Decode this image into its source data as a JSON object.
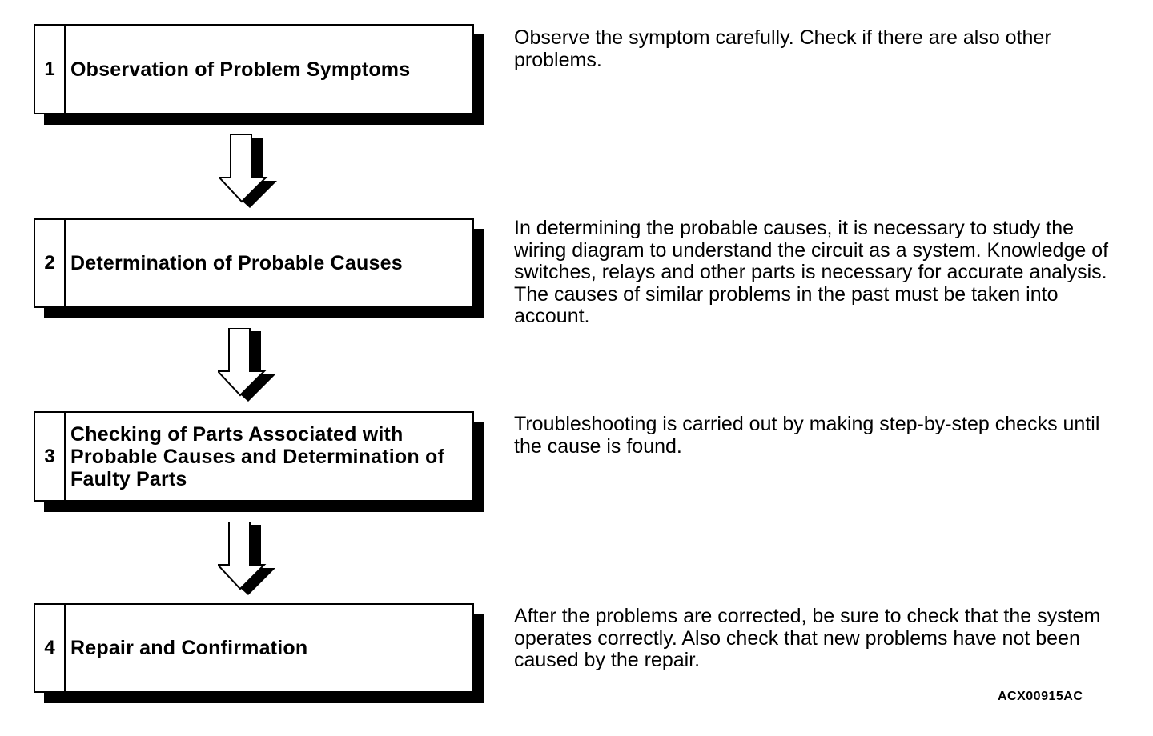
{
  "steps": [
    {
      "number": "1",
      "title": "Observation of Problem Symptoms",
      "description": "Observe the symptom carefully. Check if there are also other problems."
    },
    {
      "number": "2",
      "title": "Determination of Probable Causes",
      "description": "In determining the probable causes, it is necessary to study the wiring diagram to understand the circuit as a system. Knowledge of switches, relays and other parts is necessary for accurate analysis. The causes of similar problems in the past must be taken into account."
    },
    {
      "number": "3",
      "title": "Checking of Parts Associated with Probable Causes and Determination of Faulty Parts",
      "description": "Troubleshooting is carried out by making step-by-step checks until the cause is found."
    },
    {
      "number": "4",
      "title": "Repair and Confirmation",
      "description": "After the problems are corrected, be sure to check that the system operates correctly. Also check that new problems have not been caused by the repair."
    }
  ],
  "figure_code": "ACX00915AC",
  "arrow_icon": "down-arrow-icon"
}
